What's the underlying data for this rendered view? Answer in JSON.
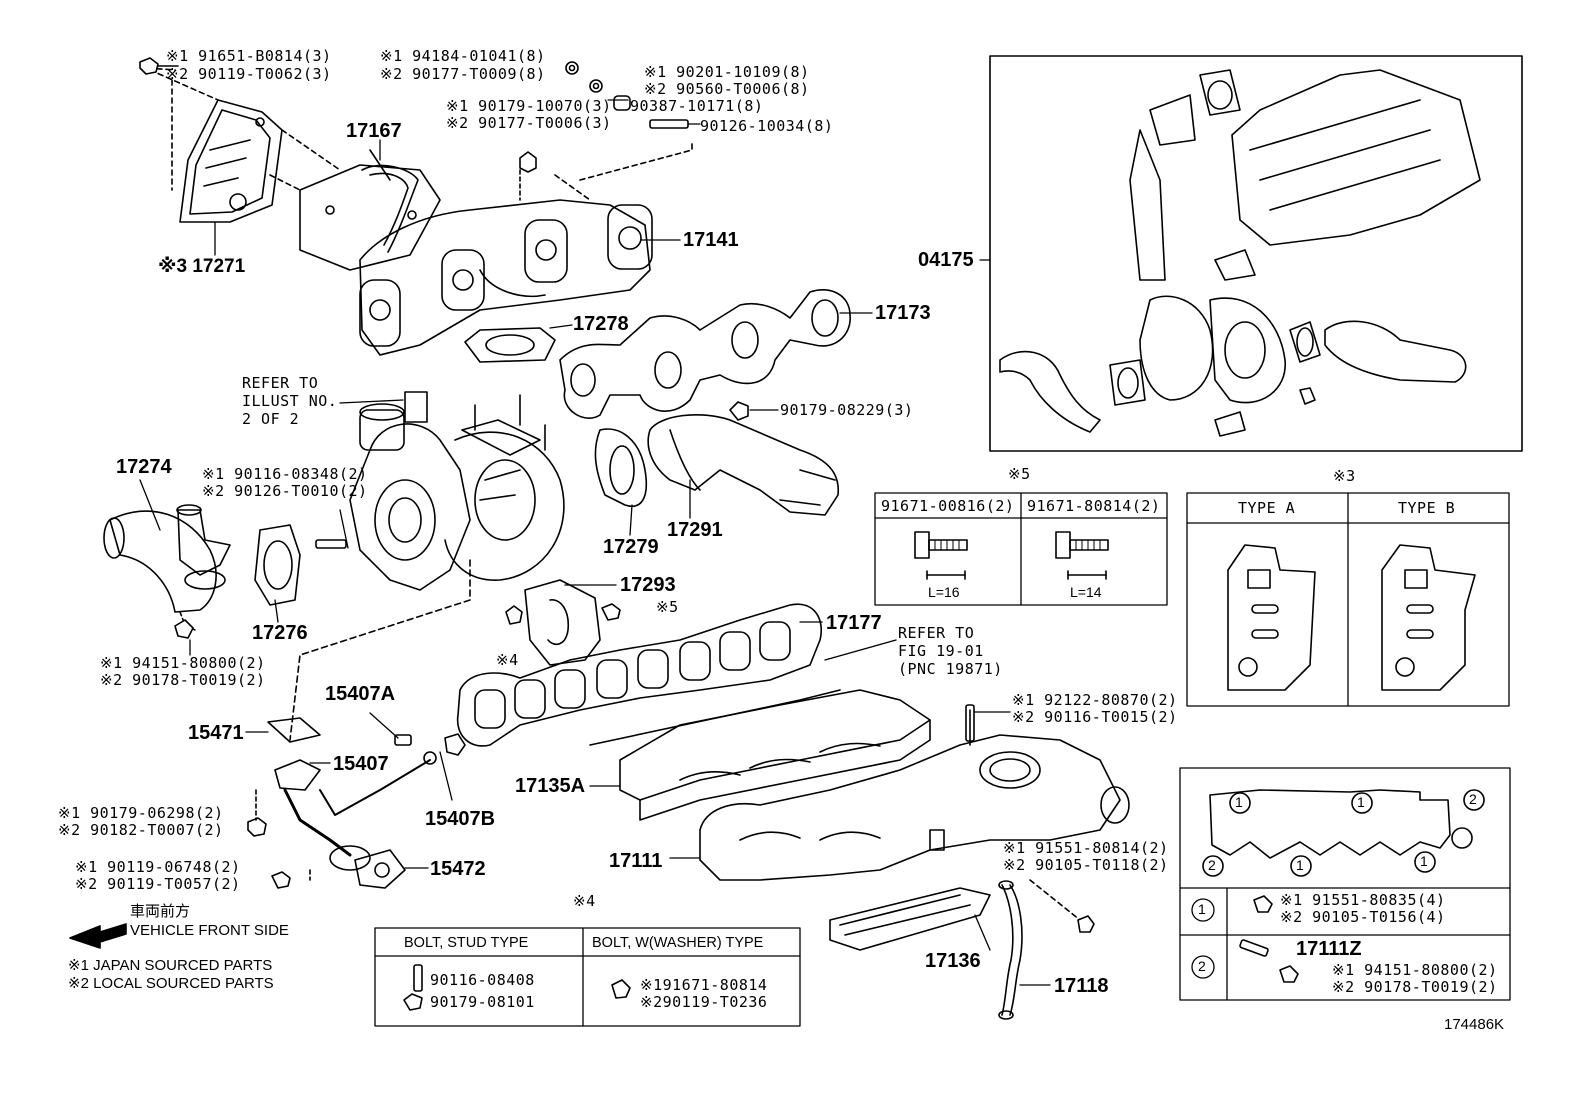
{
  "labels": {
    "l17271_a": "※1 91651-B0814(3)",
    "l17271_b": "※2 90119-T0062(3)",
    "l94184_a": "※1 94184-01041(8)",
    "l94184_b": "※2 90177-T0009(8)",
    "l90201_a": "※1 90201-10109(8)",
    "l90201_b": "※2 90560-T0006(8)",
    "l90387": "90387-10171(8)",
    "l90179_a": "※1 90179-10070(3)",
    "l90179_b": "※2 90177-T0006(3)",
    "l90126": "90126-10034(8)",
    "p17167": "17167",
    "p17141": "17141",
    "p17271": "※3 17271",
    "p17278": "17278",
    "p17173": "17173",
    "p04175": "04175",
    "refer1": "REFER TO\nILLUST NO.\n2 OF 2",
    "l90179_08229": "90179-08229(3)",
    "p17274": "17274",
    "l90116_a": "※1 90116-08348(2)",
    "l90116_b": "※2 90126-T0010(2)",
    "p17279": "17279",
    "p17291": "17291",
    "p17276": "17276",
    "p17293": "17293",
    "mark5": "※5",
    "mark4": "※4",
    "l94151_a": "※1 94151-80800(2)",
    "l94151_b": "※2 90178-T0019(2)",
    "p17177": "17177",
    "refer2": "REFER TO\nFIG 19-01\n(PNC 19871)",
    "p15407A": "15407A",
    "p15471": "15471",
    "p15407": "15407",
    "p15407B": "15407B",
    "p17135A": "17135A",
    "l92122_a": "※1 92122-80870(2)",
    "l92122_b": "※2 90116-T0015(2)",
    "l90179_06298_a": "※1 90179-06298(2)",
    "l90179_06298_b": "※2 90182-T0007(2)",
    "l90119_a": "※1 90119-06748(2)",
    "l90119_b": "※2 90119-T0057(2)",
    "p15472": "15472",
    "p17111": "17111",
    "l91551_a": "※1 91551-80814(2)",
    "l91551_b": "※2 90105-T0118(2)",
    "p17136": "17136",
    "p17118": "17118",
    "front_jp": "車両前方",
    "front_en": "VEHICLE FRONT SIDE",
    "note1": "※1 JAPAN SOURCED PARTS",
    "note2": "※2 LOCAL SOURCED PARTS",
    "diagram_id": "174486K"
  },
  "table5": {
    "mark": "※5",
    "col1": "91671-00816(2)",
    "col2": "91671-80814(2)",
    "len1": "L=16",
    "len2": "L=14"
  },
  "table3": {
    "mark": "※3",
    "typeA": "TYPE A",
    "typeB": "TYPE B"
  },
  "table4": {
    "mark": "※4",
    "h1": "BOLT, STUD TYPE",
    "h2": "BOLT, W(WASHER) TYPE",
    "r1": "90116-08408",
    "r2": "90179-08101",
    "r3": "※191671-80814",
    "r4": "※290119-T0236"
  },
  "table17111": {
    "c1": "1",
    "c2": "2",
    "row1_a": "※1 91551-80835(4)",
    "row1_b": "※2 90105-T0156(4)",
    "row2_pn": "17111Z",
    "row2_a": "※1 94151-80800(2)",
    "row2_b": "※2 90178-T0019(2)"
  },
  "colors": {
    "ink": "#000000",
    "paper": "#ffffff"
  }
}
